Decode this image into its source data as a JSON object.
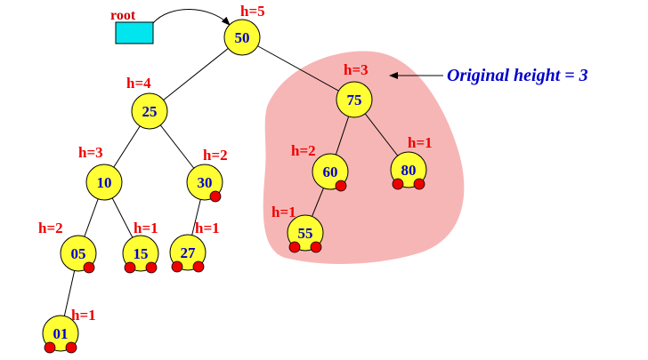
{
  "root_label": "root",
  "note": "Original height = 3",
  "colors": {
    "node_fill": "#ffff33",
    "node_text": "#0000cc",
    "height_text": "#ee0000",
    "nil_dot": "#ee0000",
    "root_box": "#00e5ee",
    "highlight": "#f7b6b6"
  },
  "nodes": [
    {
      "key": "50",
      "height": "h=5"
    },
    {
      "key": "25",
      "height": "h=4"
    },
    {
      "key": "75",
      "height": "h=3"
    },
    {
      "key": "10",
      "height": "h=3"
    },
    {
      "key": "30",
      "height": "h=2"
    },
    {
      "key": "60",
      "height": "h=2"
    },
    {
      "key": "80",
      "height": "h=1"
    },
    {
      "key": "05",
      "height": "h=2"
    },
    {
      "key": "15",
      "height": "h=1"
    },
    {
      "key": "27",
      "height": "h=1"
    },
    {
      "key": "55",
      "height": "h=1"
    },
    {
      "key": "01",
      "height": "h=1"
    }
  ],
  "edges": [
    [
      "50",
      "25"
    ],
    [
      "50",
      "75"
    ],
    [
      "25",
      "10"
    ],
    [
      "25",
      "30"
    ],
    [
      "75",
      "60"
    ],
    [
      "75",
      "80"
    ],
    [
      "10",
      "05"
    ],
    [
      "10",
      "15"
    ],
    [
      "30",
      "27"
    ],
    [
      "60",
      "55"
    ],
    [
      "05",
      "01"
    ]
  ]
}
